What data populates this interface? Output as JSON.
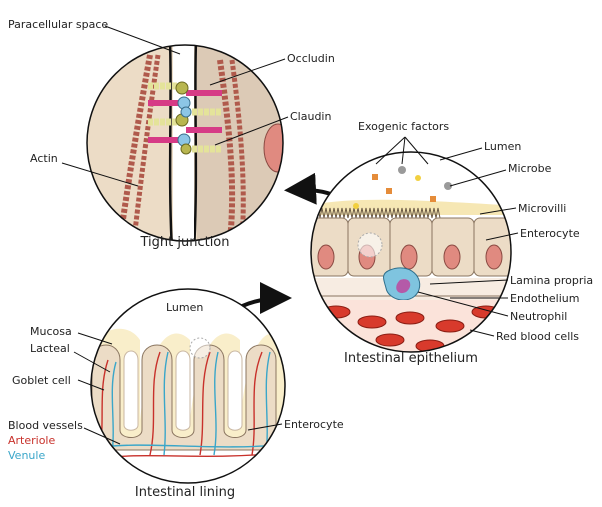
{
  "tight_junction": {
    "title": "Tight junction",
    "labels": {
      "paracellular_space": "Paracellular space",
      "occludin": "Occludin",
      "claudin": "Claudin",
      "actin": "Actin"
    }
  },
  "epithelium": {
    "title": "Intestinal epithelium",
    "labels": {
      "exogenic_factors": "Exogenic factors",
      "lumen": "Lumen",
      "microbe": "Microbe",
      "microvilli": "Microvilli",
      "enterocyte": "Enterocyte",
      "lamina_propria": "Lamina propria",
      "endothelium": "Endothelium",
      "neutrophil": "Neutrophil",
      "red_blood_cells": "Red blood cells"
    }
  },
  "lining": {
    "title": "Intestinal lining",
    "labels": {
      "lumen": "Lumen",
      "mucosa": "Mucosa",
      "lacteal": "Lacteal",
      "goblet_cell": "Goblet cell",
      "blood_vessels": "Blood vessels",
      "arteriole": "Arteriole",
      "venule": "Venule",
      "enterocyte": "Enterocyte"
    }
  },
  "colors": {
    "arteriole": "#c8312b",
    "venule": "#3aa6c9",
    "cell_fill": "#ecdcc6",
    "nucleus": "#e08a80",
    "claudin_pink": "#d63b86",
    "occludin_yellow": "#e4e39a",
    "actin": "#b05a4c",
    "membrane_brown": "#c9b7a3",
    "mucus": "#f6e7b4"
  }
}
